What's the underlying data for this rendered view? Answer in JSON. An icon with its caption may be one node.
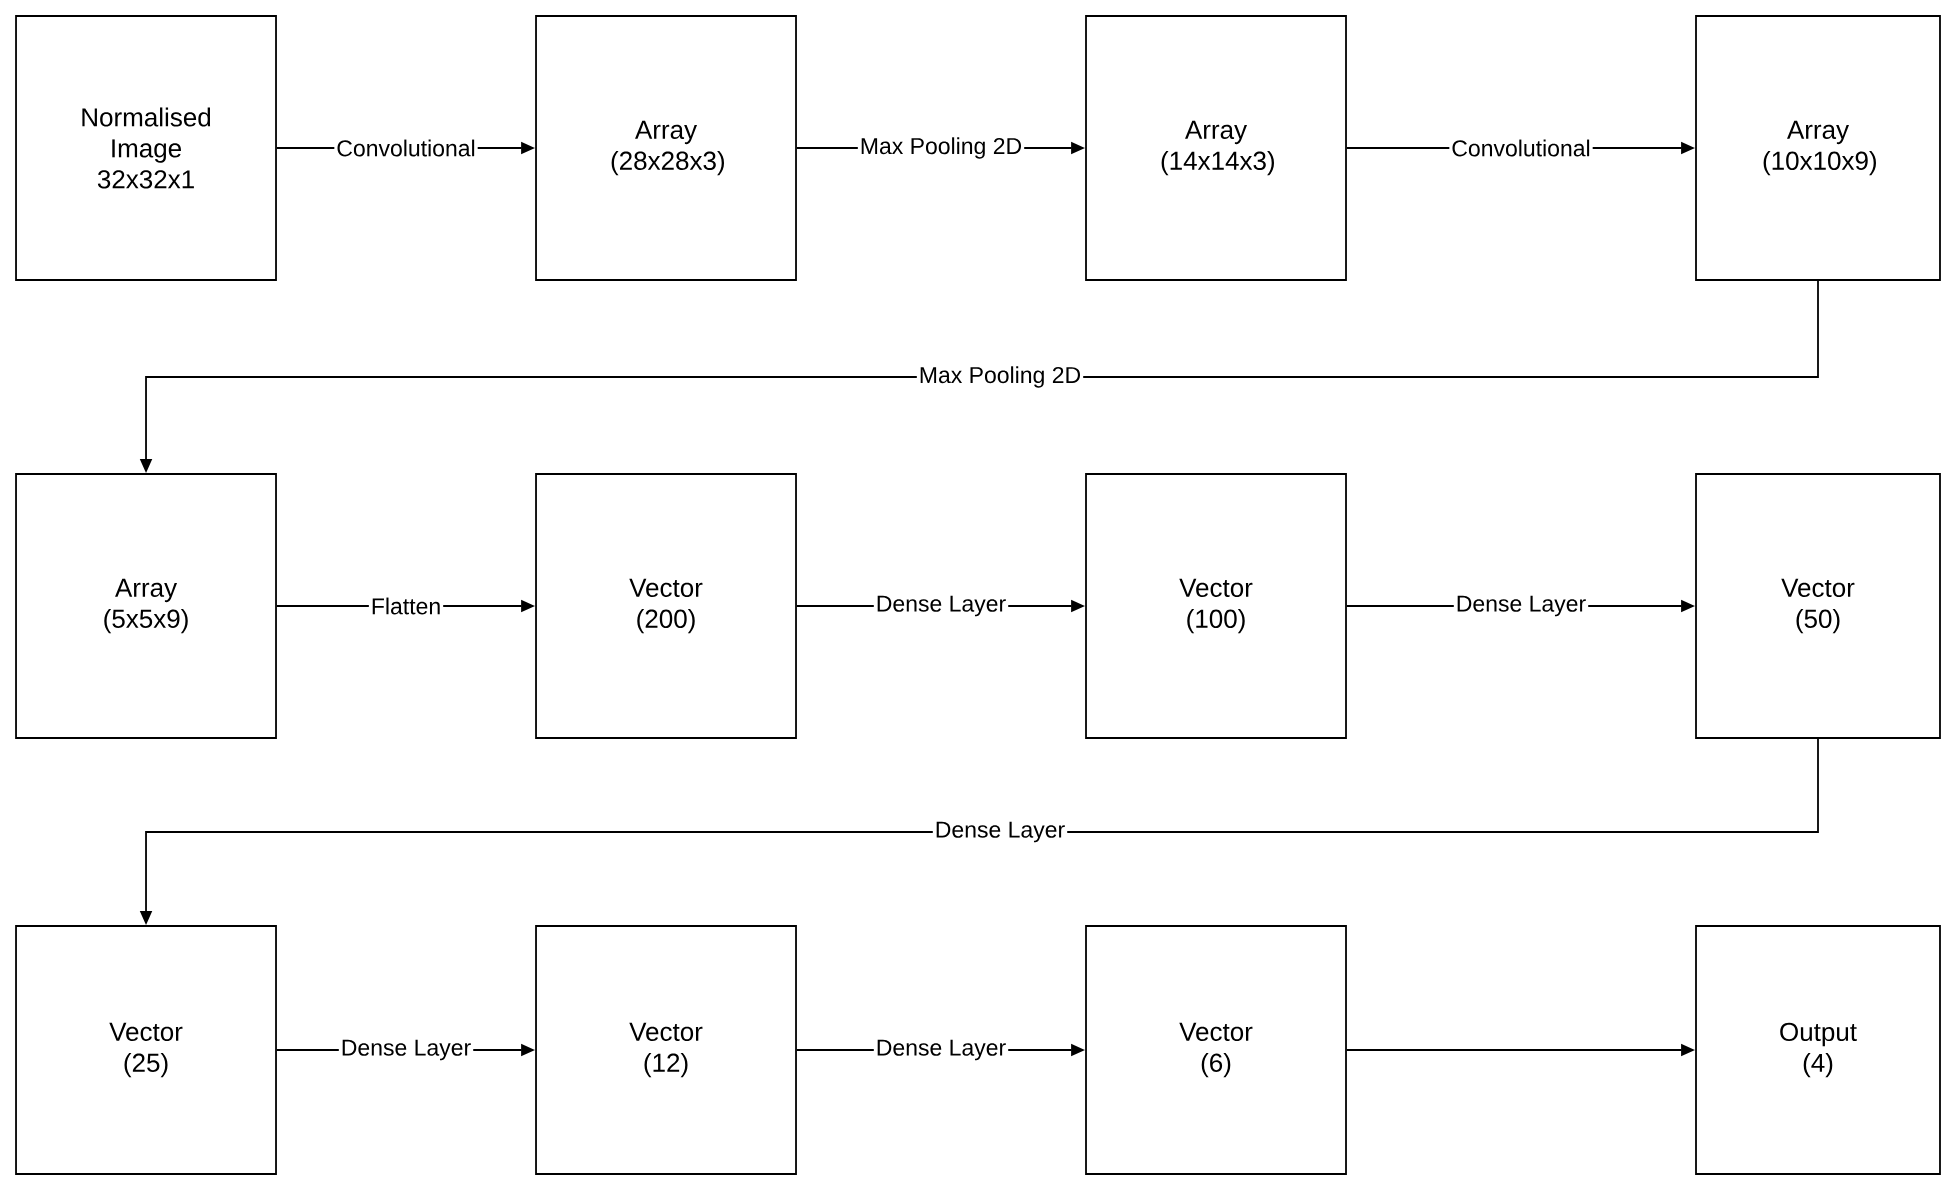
{
  "diagram": {
    "nodes": [
      {
        "text": [
          "Normalised Image 32x32x1"
        ]
      },
      {
        "text": [
          "Array (28x28x3)"
        ]
      },
      {
        "text": [
          "Array (14x14x3)"
        ]
      },
      {
        "text": [
          "Array (10x10x9)"
        ]
      },
      {
        "text": [
          "Array (5x5x9)"
        ]
      },
      {
        "text": [
          "Vector (200)"
        ]
      },
      {
        "text": [
          "Vector (100)"
        ]
      },
      {
        "text": [
          "Vector (50)"
        ]
      },
      {
        "text": [
          "Vector (25)"
        ]
      },
      {
        "text": [
          "Vector (12)"
        ]
      },
      {
        "text": [
          "Vector (6)"
        ]
      },
      {
        "text": [
          "Output (4)"
        ]
      }
    ],
    "edges": [
      {
        "from": 0,
        "to": 1,
        "arrow": "to",
        "label": "Convolutional"
      },
      {
        "from": 1,
        "to": 2,
        "arrow": "to",
        "label": "Max Pooling 2D"
      },
      {
        "from": 2,
        "to": 3,
        "arrow": "to",
        "label": "Convolutional"
      },
      {
        "from": 3,
        "to": 4,
        "arrow": "to",
        "label": "Max Pooling 2D"
      },
      {
        "from": 4,
        "to": 5,
        "arrow": "to",
        "label": "Flatten"
      },
      {
        "from": 5,
        "to": 6,
        "arrow": "to",
        "label": "Dense Layer"
      },
      {
        "from": 6,
        "to": 7,
        "arrow": "to",
        "label": "Dense Layer"
      },
      {
        "from": 7,
        "to": 8,
        "arrow": "to",
        "label": "Dense Layer"
      },
      {
        "from": 8,
        "to": 9,
        "arrow": "to",
        "label": "Dense Layer"
      },
      {
        "from": 9,
        "to": 10,
        "arrow": "to",
        "label": "Dense Layer"
      },
      {
        "from": 10,
        "to": 11,
        "arrow": "to"
      }
    ]
  }
}
